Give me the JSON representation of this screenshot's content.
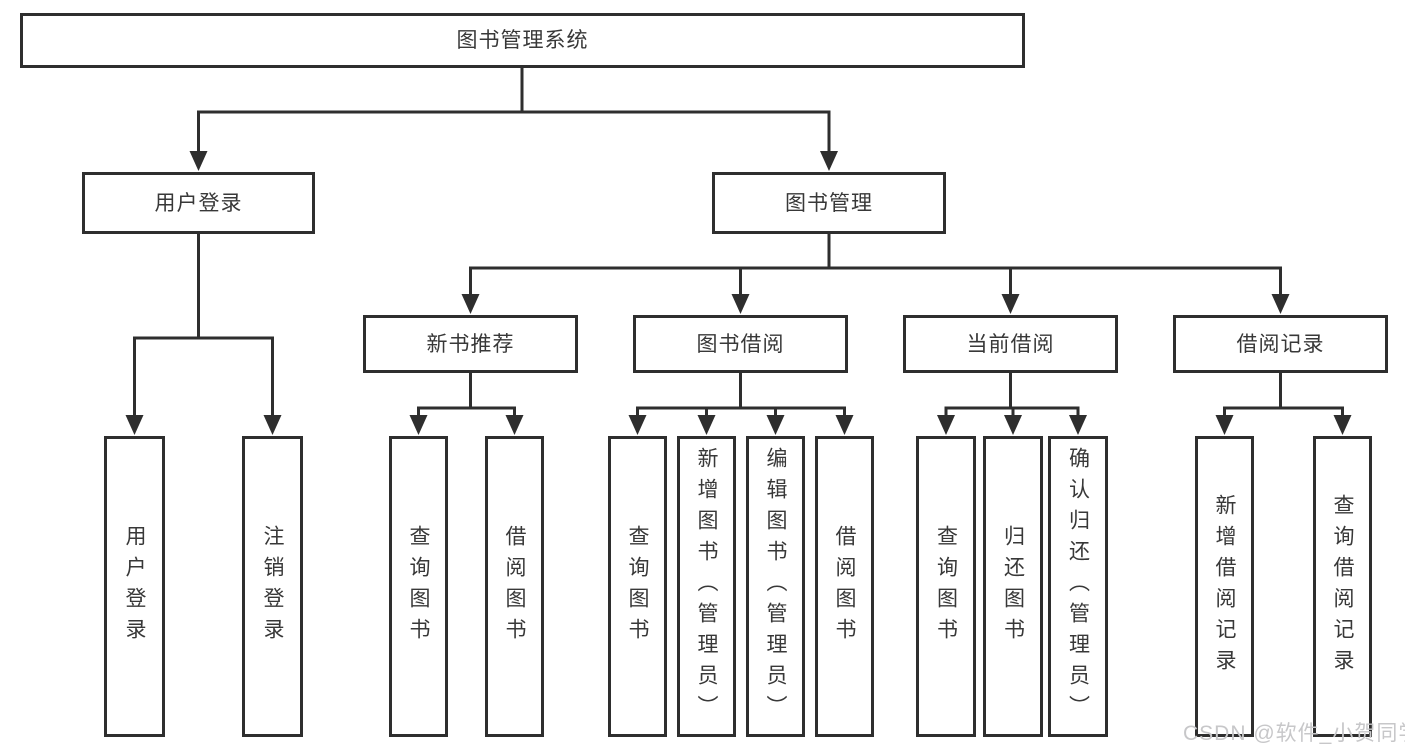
{
  "diagram": {
    "root": "图书管理系统",
    "level2": [
      "用户登录",
      "图书管理"
    ],
    "level3": [
      "新书推荐",
      "图书借阅",
      "当前借阅",
      "借阅记录"
    ],
    "leaves": {
      "login": [
        "用户登录",
        "注销登录"
      ],
      "new_books": [
        "查询图书",
        "借阅图书"
      ],
      "borrow": [
        "查询图书",
        "新增图书（管理员）",
        "编辑图书（管理员）",
        "借阅图书"
      ],
      "current": [
        "查询图书",
        "归还图书",
        "确认归还（管理员）"
      ],
      "records": [
        "新增借阅记录",
        "查询借阅记录"
      ]
    }
  },
  "colors": {
    "line": "#2e2e2e",
    "text": "#383838",
    "box_background": "#ffffff",
    "watermark": "#c7c7c9"
  },
  "watermark": "CSDN @软件_小贺同学"
}
